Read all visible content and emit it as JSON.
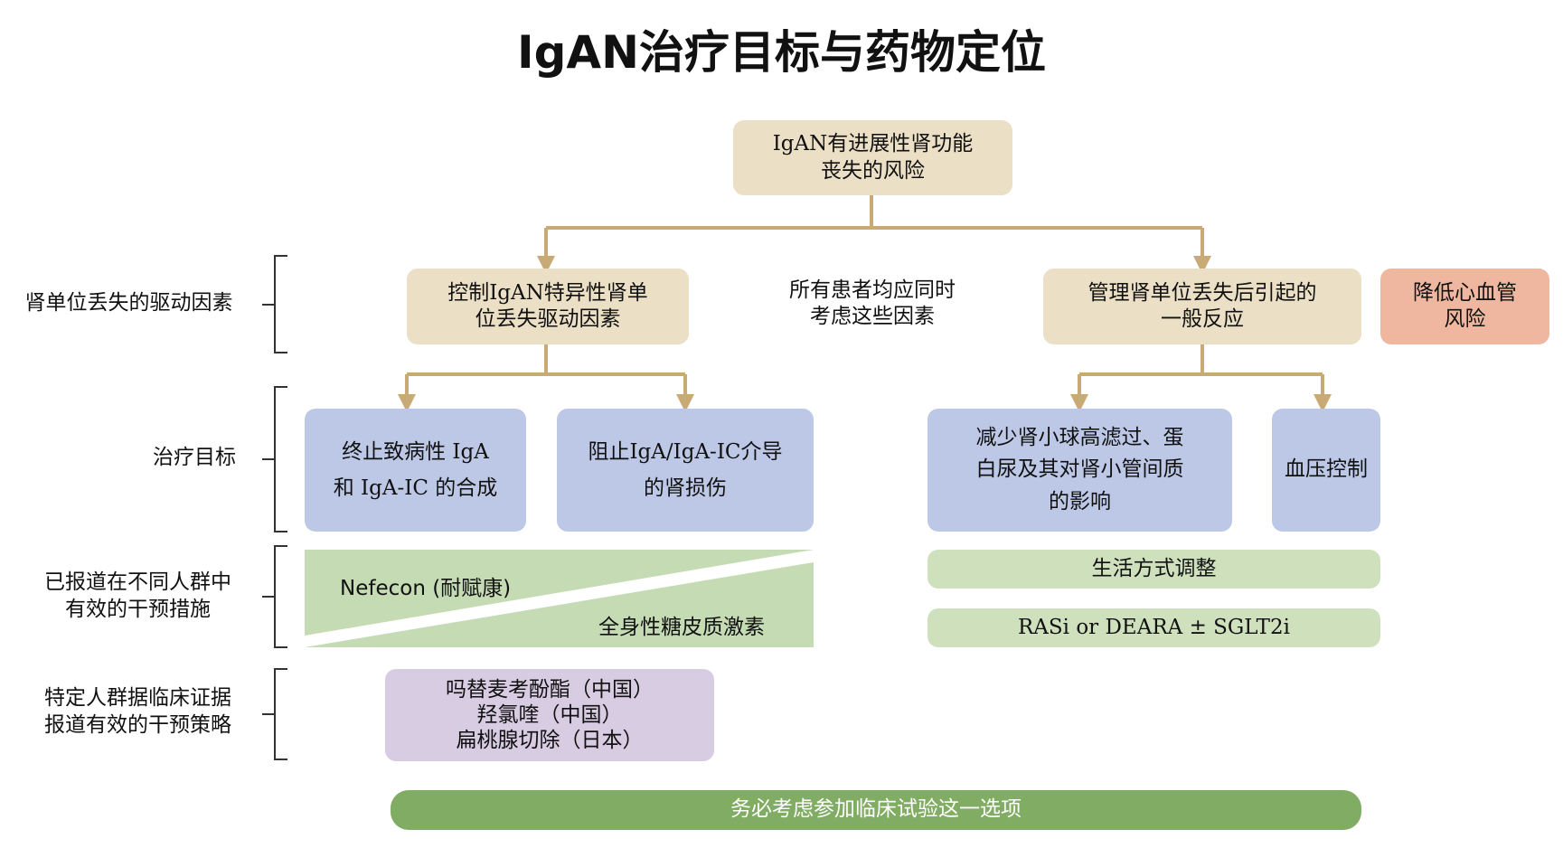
{
  "title": "IgAN治疗目标与药物定位",
  "colors": {
    "connector": "#c8ab74",
    "bracket": "#333333",
    "beige": "#ebdfc5",
    "pink": "#efb7a0",
    "blue": "#bcc8e6",
    "light_green": "#cfe0bd",
    "purple": "#d8cce3",
    "dark_green": "#80ad63",
    "diagonal_panel": "#c5dbb4"
  },
  "row_labels": [
    "肾单位丢失的驱动因素",
    "治疗目标",
    "已报道在不同人群中\n有效的干预措施",
    "特定人群据临床证据\n报道有效的干预策略"
  ],
  "top_box": "IgAN有进展性肾功能\n丧失的风险",
  "middle_note": "所有患者均应同时\n考虑这些因素",
  "left_driver": "控制IgAN特异性肾单\n位丢失驱动因素",
  "right_driver": "管理肾单位丢失后引起的\n一般反应",
  "cv_risk": "降低心血管\n风险",
  "goals": {
    "stop_synthesis": "终止致病性 IgA\n和 IgA-IC 的合成",
    "block_injury": "阻止IgA/IgA-IC介导\n的肾损伤",
    "reduce_proteinuria": "减少肾小球高滤过、蛋\n白尿及其对肾小管间质\n的影响",
    "bp_control": "血压控制"
  },
  "interventions": {
    "nefecon": "Nefecon (耐赋康)",
    "systemic_steroids": "全身性糖皮质激素",
    "lifestyle": "生活方式调整",
    "rasi": "RASi or DEARA ± SGLT2i"
  },
  "specific_strategies": "吗替麦考酚酯（中国）\n羟氯喹（中国）\n扁桃腺切除（日本）",
  "trial_note": "务必考虑参加临床试验这一选项"
}
